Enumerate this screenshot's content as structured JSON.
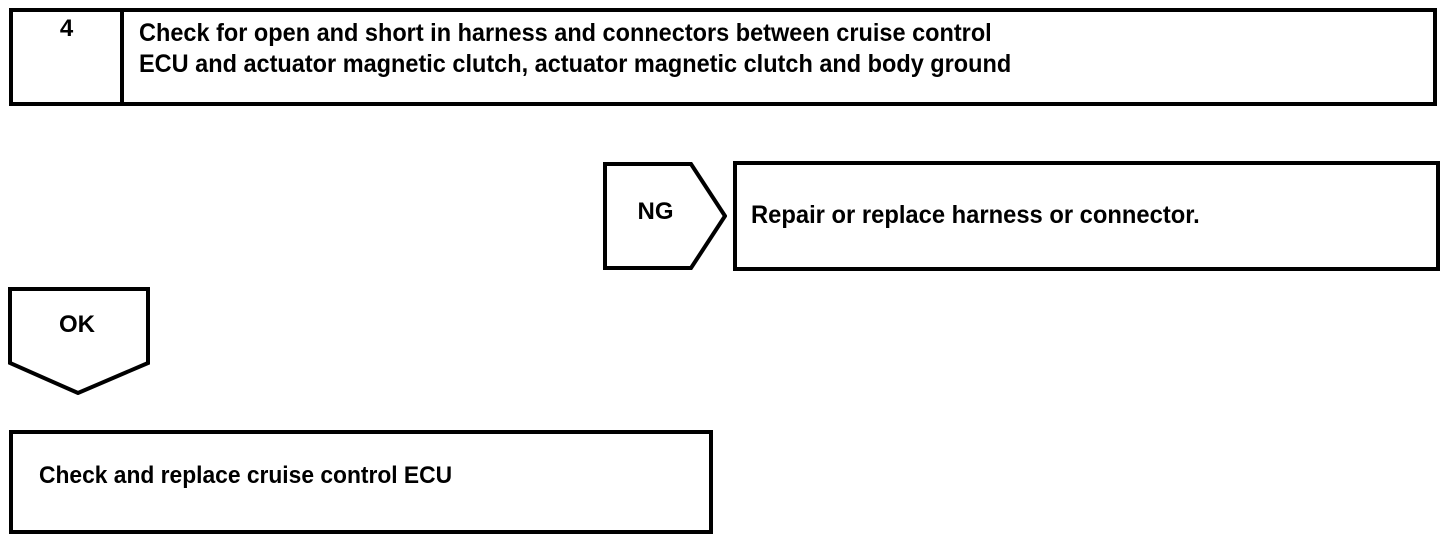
{
  "diagram": {
    "type": "troubleshooting-flowchart",
    "step": {
      "number": "4",
      "instruction_line1": "Check for open and short in harness and connectors between cruise control",
      "instruction_line2": "ECU and actuator magnetic clutch, actuator magnetic clutch and body ground"
    },
    "ng_branch": {
      "label": "NG",
      "result_text": "Repair or replace harness or connector."
    },
    "ok_branch": {
      "label": "OK",
      "result_text": "Check and replace cruise control ECU"
    },
    "colors": {
      "stroke": "#000000",
      "background": "#ffffff",
      "text": "#000000"
    }
  }
}
